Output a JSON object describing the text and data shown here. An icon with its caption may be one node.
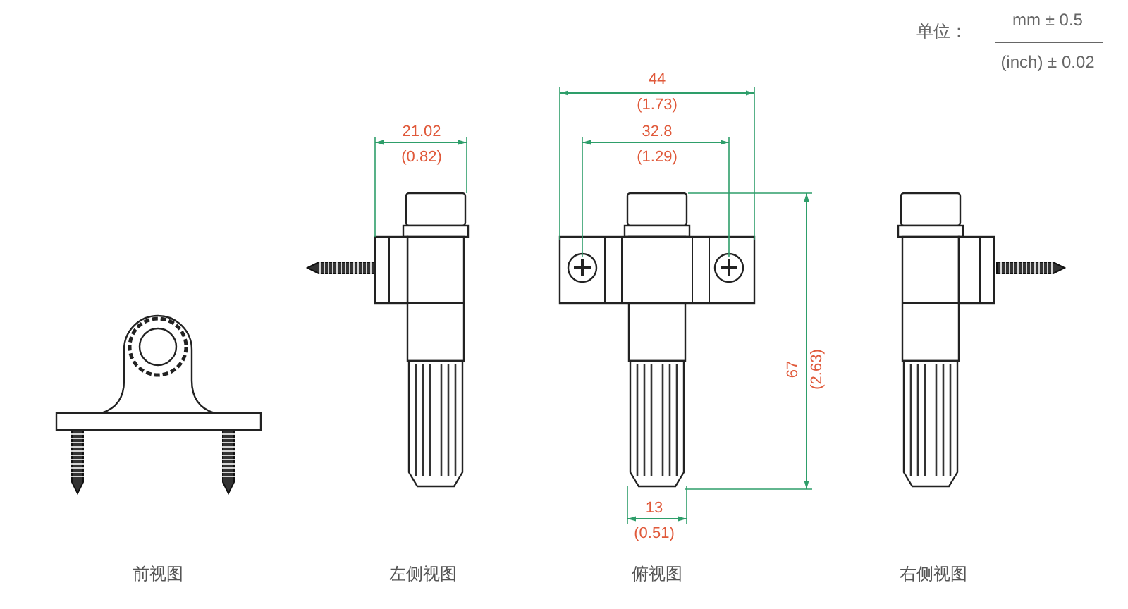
{
  "diagram": {
    "labels": [
      "单位：",
      "mm ± 0.5",
      "(inch) ± 0.02",
      "44",
      "(1.73)",
      "21.02",
      "(0.82)",
      "32.8",
      "(1.29)",
      "67",
      "(2.63)",
      "13",
      "(0.51)",
      "前视图",
      "左侧视图",
      "俯视图",
      "右侧视图"
    ]
  }
}
